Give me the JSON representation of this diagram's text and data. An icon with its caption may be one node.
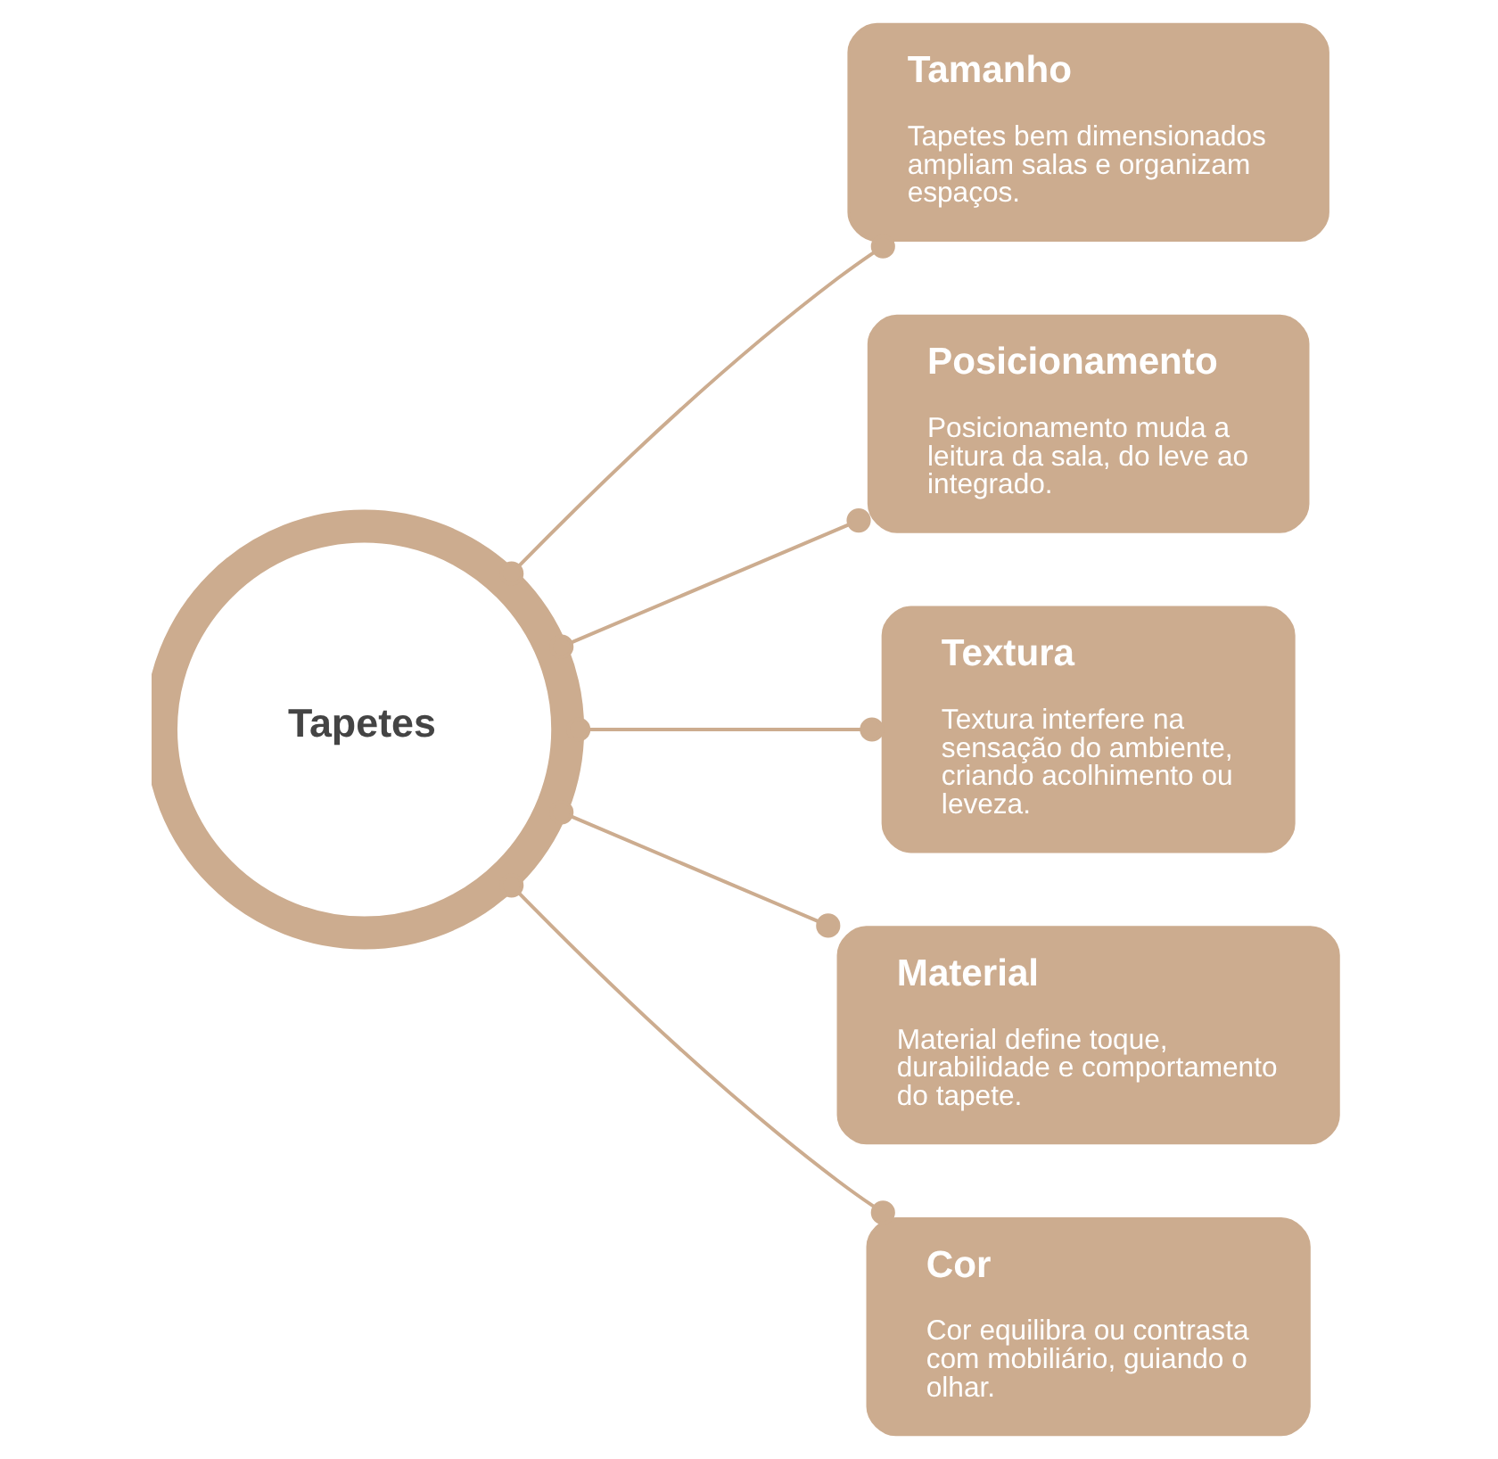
{
  "diagram": {
    "nodes": [
      {
        "text": [
          "Tapetes"
        ]
      },
      {
        "text": [
          "Tamanho",
          "Tapetes bem dimensionados ampliam salas e organizam espaços."
        ]
      },
      {
        "text": [
          "Posicionamento",
          "Posicionamento muda a leitura da sala, do leve ao integrado."
        ]
      },
      {
        "text": [
          "Textura",
          "Textura interfere na sensação do ambiente, criando acolhimento ou leveza."
        ]
      },
      {
        "text": [
          "Material",
          "Material define toque, durabilidade e comportamento do tapete."
        ]
      },
      {
        "text": [
          "Cor",
          "Cor equilibra ou contrasta com mobiliário, guiando o olhar."
        ]
      }
    ],
    "edges": [
      {
        "from": 0,
        "to": 1,
        "arrow": "other"
      },
      {
        "from": 0,
        "to": 2,
        "arrow": "other"
      },
      {
        "from": 0,
        "to": 3,
        "arrow": "other"
      },
      {
        "from": 0,
        "to": 4,
        "arrow": "other"
      },
      {
        "from": 0,
        "to": 5,
        "arrow": "other"
      }
    ]
  }
}
